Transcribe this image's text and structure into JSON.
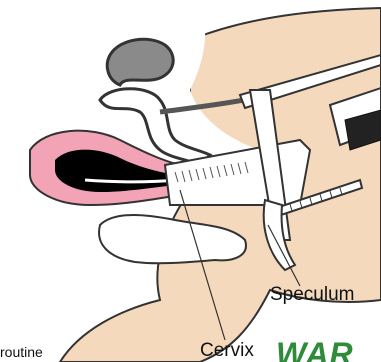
{
  "labels": {
    "speculum": "Speculum",
    "cervix": "Cervix",
    "partial_caption": "routine"
  },
  "logo": {
    "partial_text": "WAR"
  },
  "colors": {
    "skin": "#f5d9bd",
    "uterus_pink": "#f2a3b6",
    "cavity_black": "#000000",
    "outline": "#333333",
    "organ_gray": "#8a8a8a",
    "instrument_fill": "#ffffff",
    "logo_green": "#2e8b3a"
  }
}
